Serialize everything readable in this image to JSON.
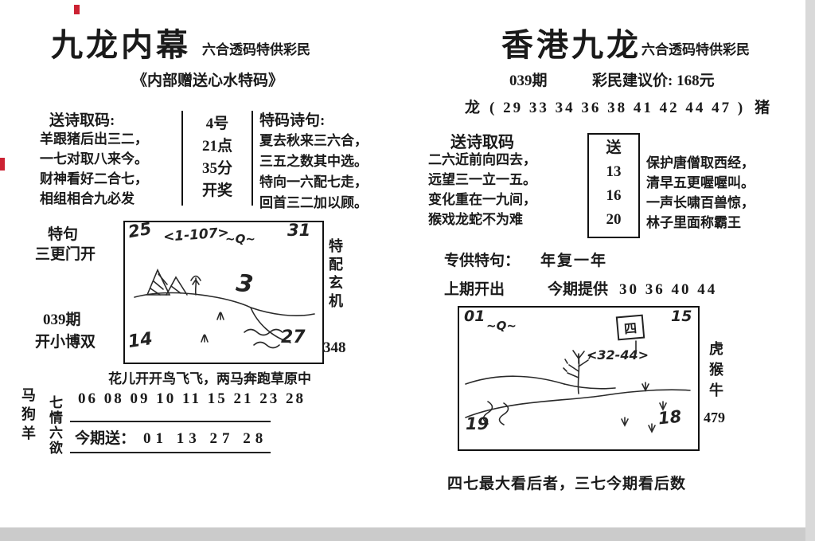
{
  "colors": {
    "ink": "#1a1a1a",
    "paper": "#ffffff",
    "accent_red": "#cc2233",
    "scan_gray": "#cbcbcb"
  },
  "left": {
    "title": "九龙内幕",
    "subtitle": "六合透码特供彩民",
    "tagline": "《内部赠送心水特码》",
    "poem": {
      "label": "送诗取码:",
      "lines": [
        "羊跟猪后出三二，",
        "一七对取八来今。",
        "财神看好二合七，",
        "相组相合九必发"
      ]
    },
    "draw_box": [
      "4号",
      "21点",
      "35分",
      "开奖"
    ],
    "special": {
      "label": "特码诗句:",
      "lines": [
        "夏去秋来三六合，",
        "三五之数其中选。",
        "特向一六配七走，",
        "回首三二加以顾。"
      ]
    },
    "teju_label": "特句",
    "teju_text": "三更门开",
    "issue": "039期",
    "kaixiao": "开小博双",
    "sketch": {
      "tl": "25",
      "range": "<1-107>",
      "doodle": "~Q~",
      "tr": "31",
      "big": "3",
      "bl": "14",
      "br": "27"
    },
    "side_vertical": "特配玄机",
    "side_number": "348",
    "caption": "花儿开开鸟飞飞，两马奔跑草原中",
    "numbers_row": "06 08 09 10 11 15 21 23 28",
    "vertical_a": "马狗羊",
    "vertical_b": "七情六欲",
    "today_label": "今期送：",
    "today_numbers": "01 13 27 28"
  },
  "right": {
    "title": "香港九龙",
    "subtitle": "六合透码特供彩民",
    "issue": "039期",
    "price": "彩民建议价: 168元",
    "zodiac": {
      "head": "龙",
      "numbers": "( 29 33 34 36 38 41 42 44 47 )",
      "tail": "猪"
    },
    "poem_label": "送诗取码",
    "poem_lines": [
      "二六近前向四去，",
      "远望三一立一五。",
      "变化重在一九间，",
      "猴戏龙蛇不为难"
    ],
    "send_box": {
      "label": "送",
      "numbers": [
        "13",
        "16",
        "20"
      ]
    },
    "verse_lines": [
      "保护唐僧取西经，",
      "清早五更喔喔叫。",
      "一声长啸百兽惊，",
      "林子里面称霸王"
    ],
    "special_label": "专供特句：",
    "special_value": "年复一年",
    "prev_label": "上期开出",
    "provide_label": "今期提供",
    "provide_numbers": "30 36 40 44",
    "sketch": {
      "tl": "01",
      "doodle": "~Q~",
      "tr": "15",
      "boxed": "四",
      "range": "<32-44>",
      "bl": "19",
      "br": "18"
    },
    "side_vertical": "虎猴牛",
    "side_number": "479",
    "bottom": "四七最大看后者，三七今期看后数"
  }
}
